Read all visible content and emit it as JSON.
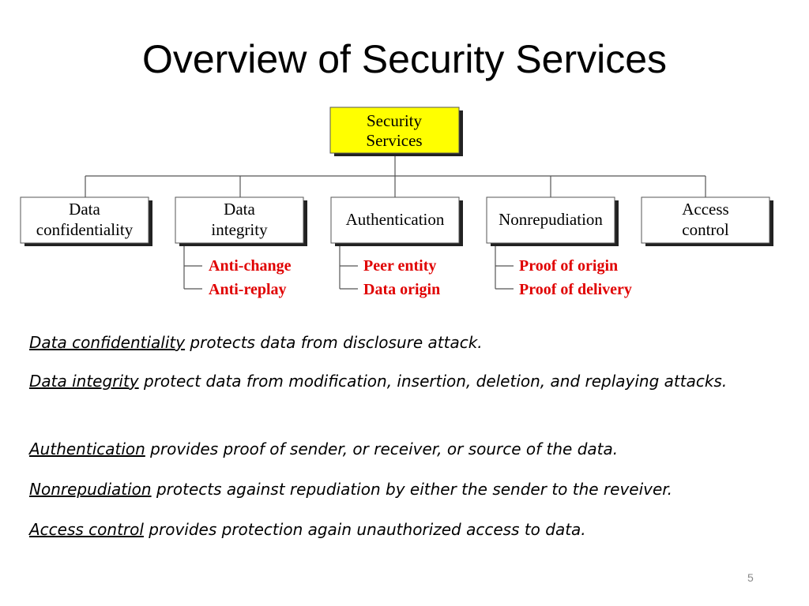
{
  "title": "Overview of Security Services",
  "diagram": {
    "root": {
      "lines": [
        "Security",
        "Services"
      ],
      "fill": "#ffff00"
    },
    "children": [
      {
        "lines": [
          "Data",
          "confidentiality"
        ],
        "subitems": []
      },
      {
        "lines": [
          "Data",
          "integrity"
        ],
        "subitems": [
          "Anti-change",
          "Anti-replay"
        ]
      },
      {
        "lines": [
          "Authentication"
        ],
        "subitems": [
          "Peer entity",
          "Data origin"
        ]
      },
      {
        "lines": [
          "Nonrepudiation"
        ],
        "subitems": [
          "Proof of origin",
          "Proof of delivery"
        ]
      },
      {
        "lines": [
          "Access",
          "control"
        ],
        "subitems": []
      }
    ],
    "subitem_color": "#e00000"
  },
  "descriptions": [
    {
      "term": "Data confidentiality",
      "text": " protects data from disclosure attack."
    },
    {
      "term": "Data integrity",
      "text": " protect data from modification, insertion, deletion, and replaying attacks."
    },
    {
      "term": "Authentication",
      "text": " provides proof of sender, or receiver, or source of the data."
    },
    {
      "term": "Nonrepudiation",
      "text": " protects against repudiation by either the sender to the reveiver."
    },
    {
      "term": "Access control",
      "text": " provides protection again unauthorized access to data."
    }
  ],
  "page_number": "5"
}
